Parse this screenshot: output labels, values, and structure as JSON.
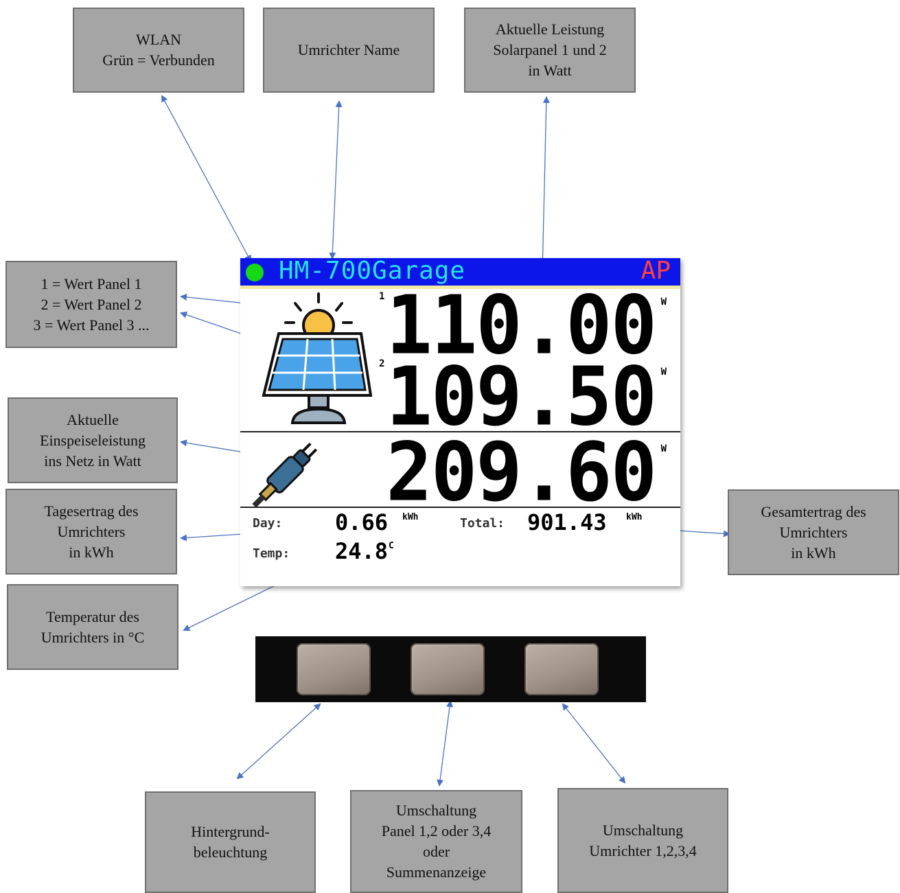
{
  "callouts": {
    "wlan": [
      "WLAN",
      "Grün = Verbunden"
    ],
    "inverter_name": [
      "Umrichter Name"
    ],
    "current_power": [
      "Aktuelle Leistung",
      "Solarpanel 1 und 2",
      "in Watt"
    ],
    "panel_values": [
      "1 = Wert Panel 1",
      "2 = Wert Panel 2",
      "3 = Wert Panel 3 ..."
    ],
    "feed_in": [
      "Aktuelle",
      "Einspeiseleistung",
      "ins Netz in Watt"
    ],
    "daily_yield": [
      "Tagesertrag des",
      "Umrichters",
      "in kWh"
    ],
    "temperature": [
      "Temperatur des",
      "Umrichters in °C"
    ],
    "total_yield": [
      "Gesamtertrag des",
      "Umrichters",
      "in kWh"
    ],
    "backlight": [
      "Hintergrund-",
      "beleuchtung"
    ],
    "panel_switch": [
      "Umschaltung",
      "Panel 1,2 oder 3,4",
      "oder",
      "Summenanzeige"
    ],
    "inverter_switch": [
      "Umschaltung",
      "Umrichter 1,2,3,4"
    ]
  },
  "display": {
    "inverter_name": "HM-700Garage",
    "mode": "AP",
    "panel1": {
      "tag": "1",
      "value": "110.00",
      "unit": "W"
    },
    "panel2": {
      "tag": "2",
      "value": "109.50",
      "unit": "W"
    },
    "grid": {
      "value": "209.60",
      "unit": "W"
    },
    "day_label": "Day:",
    "day_value": "0.66",
    "day_unit": "kWh",
    "total_label": "Total:",
    "total_value": "901.43",
    "total_unit": "kWh",
    "temp_label": "Temp:",
    "temp_value": "24.8",
    "temp_unit": "C"
  },
  "icons": {
    "wifi_status": "wifi-status-dot",
    "solar": "solar-panel-sun-icon",
    "plug": "power-plug-icon"
  },
  "colors": {
    "callout_bg": "#a5a5a5",
    "arrow": "#4a72c4",
    "header_bg": "#0d16e8",
    "name_color": "#27e4f0",
    "ap_color": "#ff4040",
    "wifi_connected": "#14d914"
  }
}
